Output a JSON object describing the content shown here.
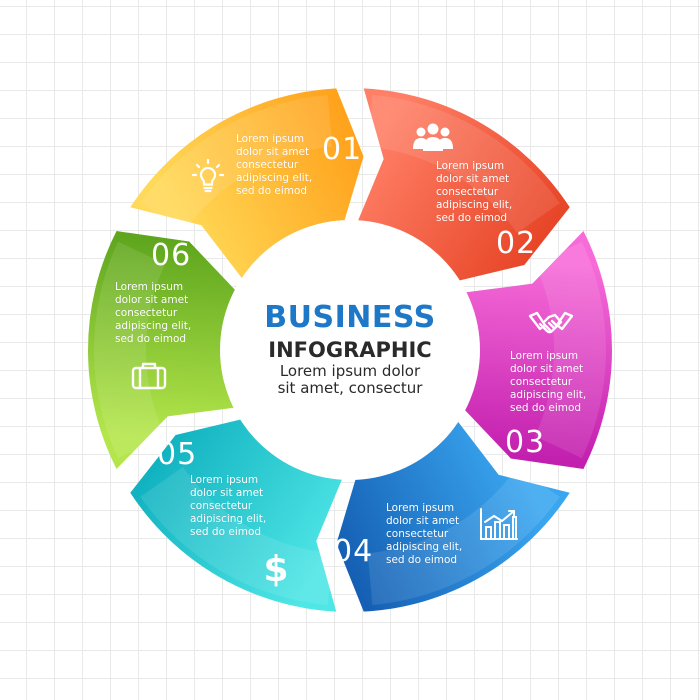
{
  "center": {
    "title": "BUSINESS",
    "subtitle": "INFOGRAPHIC",
    "text": "Lorem ipsum dolor\nsit amet, consectur",
    "title_color": "#1e78c8"
  },
  "segments": [
    {
      "number": "01",
      "text": "Lorem ipsum\ndolor sit amet\nconsectetur\nadipiscing elit,\nsed do eimod",
      "icon": "lightbulb-icon",
      "color_light": "#ffd957",
      "color_dark": "#ffa21c"
    },
    {
      "number": "02",
      "text": "Lorem ipsum\ndolor sit amet\nconsectetur\nadipiscing elit,\nsed do eimod",
      "icon": "people-icon",
      "color_light": "#ff8067",
      "color_dark": "#e84628"
    },
    {
      "number": "03",
      "text": "Lorem ipsum\ndolor sit amet\nconsectetur\nadipiscing elit,\nsed do eimod",
      "icon": "handshake-icon",
      "color_light": "#f66bd8",
      "color_dark": "#c21fae"
    },
    {
      "number": "04",
      "text": "Lorem ipsum\ndolor sit amet\nconsectetur\nadipiscing elit,\nsed do eimod",
      "icon": "bar-chart-icon",
      "color_light": "#3aa6f0",
      "color_dark": "#1560b4"
    },
    {
      "number": "05",
      "text": "Lorem ipsum\ndolor sit amet\nconsectetur\nadipiscing elit,\nsed do eimod",
      "icon": "dollar-icon",
      "color_light": "#4fe6e6",
      "color_dark": "#12b3c1"
    },
    {
      "number": "06",
      "text": "Lorem ipsum\ndolor sit amet\nconsectetur\nadipiscing elit,\nsed do eimod",
      "icon": "briefcase-icon",
      "color_light": "#b4e64b",
      "color_dark": "#5fa61e"
    }
  ]
}
